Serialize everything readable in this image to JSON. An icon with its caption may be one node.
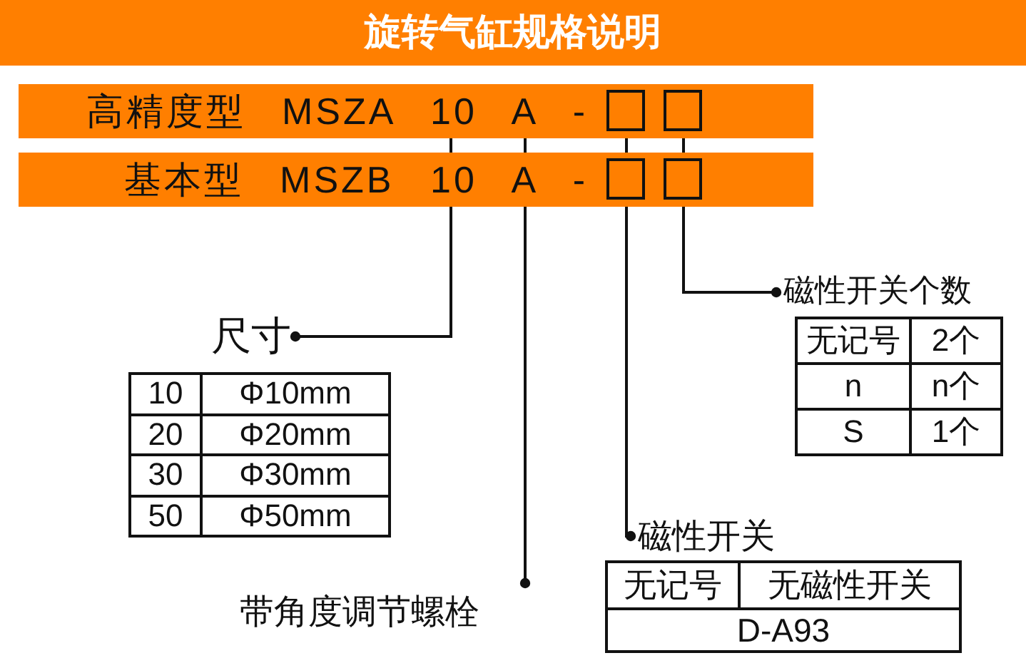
{
  "diagram": {
    "title": "旋转气缸规格说明",
    "nodes": [
      {
        "text": [
          "高精度型 MSZA 10 A -"
        ]
      },
      {
        "text": [],
        "shape": "box",
        "in": 0
      },
      {
        "text": [],
        "shape": "box",
        "in": 0
      },
      {
        "text": [
          "基本型 MSZB 10 A -"
        ]
      },
      {
        "text": [],
        "shape": "box",
        "in": 3
      },
      {
        "text": [],
        "shape": "box",
        "in": 3
      },
      {
        "text": [
          "尺寸"
        ]
      },
      {
        "text": [
          "带角度调节螺栓"
        ]
      },
      {
        "text": [
          "磁性开关"
        ]
      },
      {
        "text": [
          "磁性开关个数"
        ]
      }
    ],
    "edges": [
      {
        "from": 0,
        "to": 6,
        "arrow": "other"
      },
      {
        "from": 0,
        "to": 7,
        "arrow": "other"
      },
      {
        "from": 1,
        "to": 8,
        "arrow": "other"
      },
      {
        "from": 2,
        "to": 9,
        "arrow": "other"
      }
    ],
    "labels": [
      "10",
      "Φ10mm",
      "20",
      "Φ20mm",
      "30",
      "Φ30mm",
      "50",
      "Φ50mm",
      "无记号",
      "2个",
      "n",
      "n个",
      "S",
      "1个",
      "无记号",
      "无磁性开关",
      "D-A93"
    ]
  }
}
